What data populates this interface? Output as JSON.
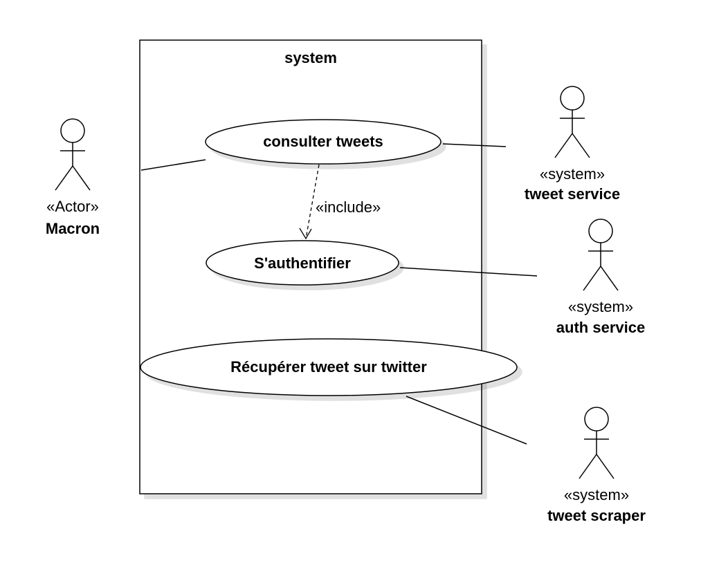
{
  "diagram": {
    "system_title": "system",
    "use_cases": [
      {
        "id": "uc1",
        "label": "consulter tweets"
      },
      {
        "id": "uc2",
        "label": "S'authentifier"
      },
      {
        "id": "uc3",
        "label": "Récupérer tweet sur twitter"
      }
    ],
    "actors": [
      {
        "id": "a1",
        "stereotype": "«Actor»",
        "name": "Macron"
      },
      {
        "id": "a2",
        "stereotype": "«system»",
        "name": "tweet service"
      },
      {
        "id": "a3",
        "stereotype": "«system»",
        "name": "auth service"
      },
      {
        "id": "a4",
        "stereotype": "«system»",
        "name": "tweet scraper"
      }
    ],
    "include_label": "«include»"
  }
}
